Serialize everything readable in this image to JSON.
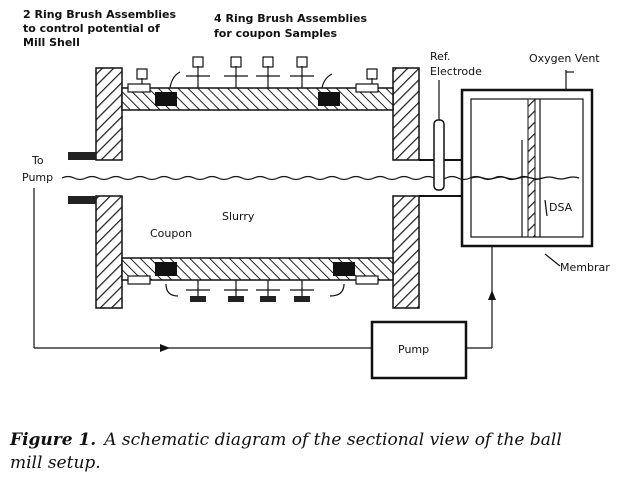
{
  "labels": {
    "ring2_line1": "2 Ring Brush Assemblies",
    "ring2_line2": "to control potential of",
    "ring2_line3": "Mill Shell",
    "ring4_line1": "4 Ring Brush Assemblies",
    "ring4_line2": "for coupon Samples",
    "ref_line1": "Ref.",
    "ref_line2": "Electrode",
    "oxygen_vent": "Oxygen Vent",
    "to": "To",
    "pump_left": "Pump",
    "slurry": "Slurry",
    "coupon": "Coupon",
    "dsa": "DSA",
    "membrane": "Membrar",
    "pump_box": "Pump"
  },
  "caption": {
    "prefix": "Figure 1.",
    "line1": "A schematic diagram of the sectional view of the ball",
    "line2": "mill setup."
  }
}
